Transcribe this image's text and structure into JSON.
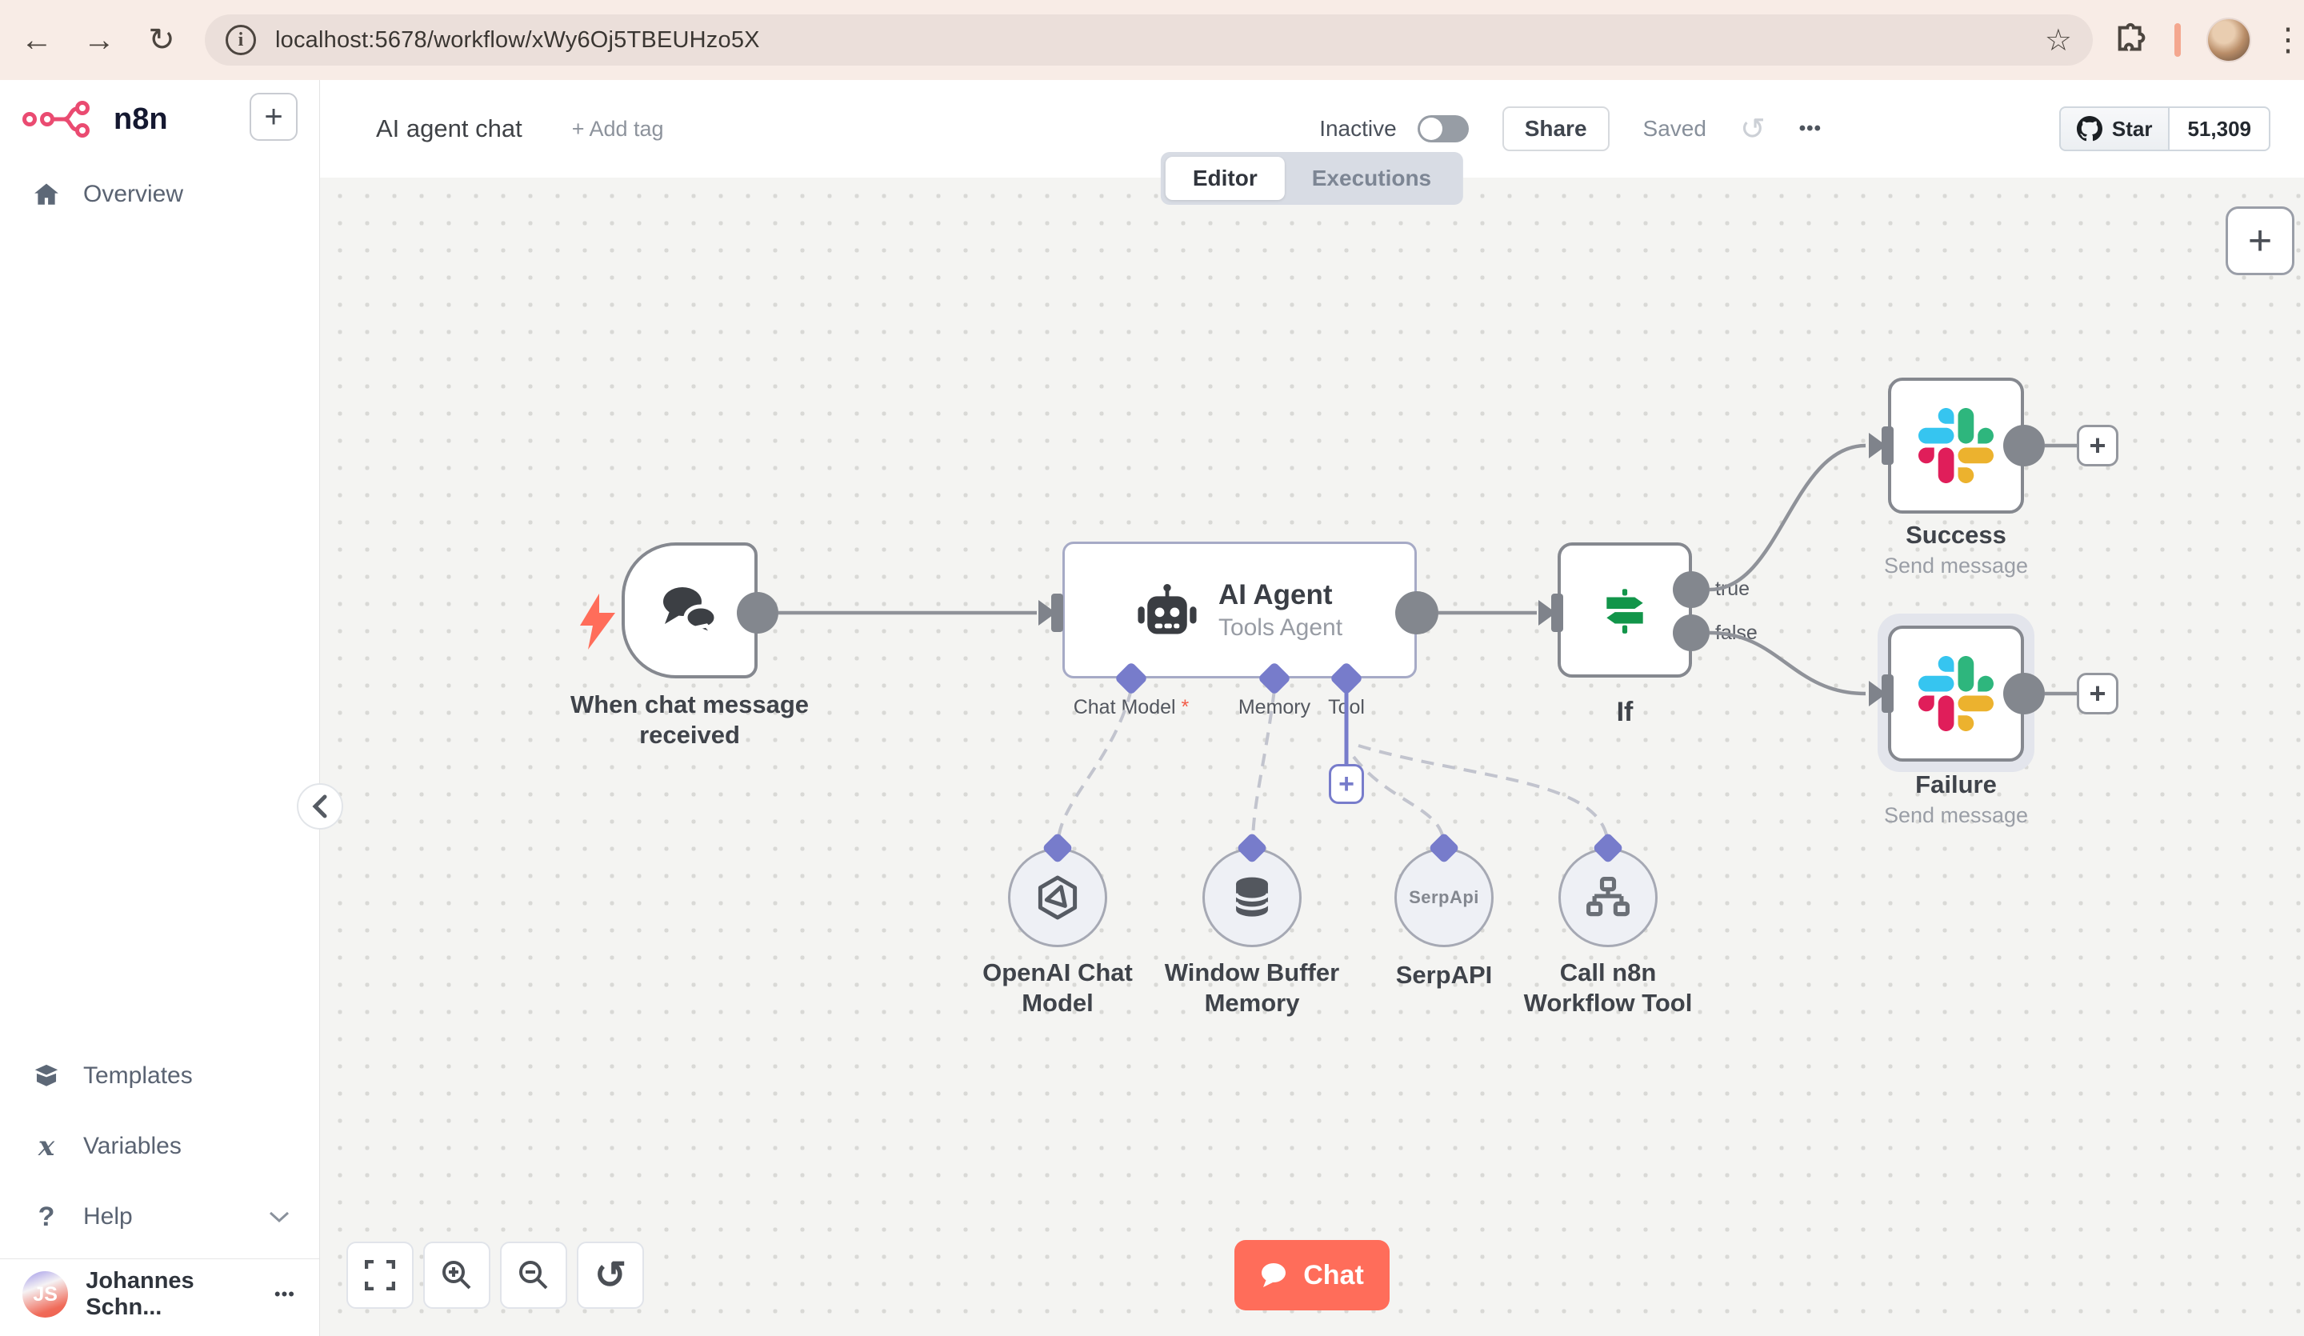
{
  "browser": {
    "url": "localhost:5678/workflow/xWy6Oj5TBEUHzo5X"
  },
  "sidebar": {
    "brand": "n8n",
    "overview": "Overview",
    "templates": "Templates",
    "variables": "Variables",
    "help": "Help",
    "user": {
      "initials": "JS",
      "name": "Johannes Schn...",
      "menu": "•••"
    }
  },
  "header": {
    "title": "AI agent chat",
    "add_tag": "+ Add tag",
    "status_label": "Inactive",
    "share_label": "Share",
    "saved_label": "Saved",
    "menu_dots": "•••",
    "github": {
      "star_label": "Star",
      "star_count": "51,309"
    }
  },
  "tabs": {
    "editor": "Editor",
    "executions": "Executions"
  },
  "canvas": {
    "trigger": {
      "label": "When chat message received"
    },
    "agent": {
      "title": "AI Agent",
      "subtitle": "Tools Agent",
      "connectors": {
        "chat_model": "Chat Model",
        "required_mark": "*",
        "memory": "Memory",
        "tool": "Tool"
      }
    },
    "subnodes": {
      "openai": {
        "label": "OpenAI Chat Model"
      },
      "memory": {
        "label": "Window Buffer Memory"
      },
      "serpapi": {
        "label": "SerpAPI",
        "logo_text": "SerpApi"
      },
      "workflow_tool": {
        "label": "Call n8n Workflow Tool"
      }
    },
    "if": {
      "label": "If",
      "outputs": {
        "true": "true",
        "false": "false"
      }
    },
    "success": {
      "title": "Success",
      "subtitle": "Send message"
    },
    "failure": {
      "title": "Failure",
      "subtitle": "Send message"
    },
    "chat_button": "Chat"
  },
  "colors": {
    "accent": "#ff6d5a",
    "connector_purple": "#777CCB",
    "if_green": "#12954a",
    "slack": {
      "blue": "#36C5F0",
      "green": "#2EB67D",
      "yellow": "#ECB22E",
      "red": "#E01E5A"
    }
  }
}
